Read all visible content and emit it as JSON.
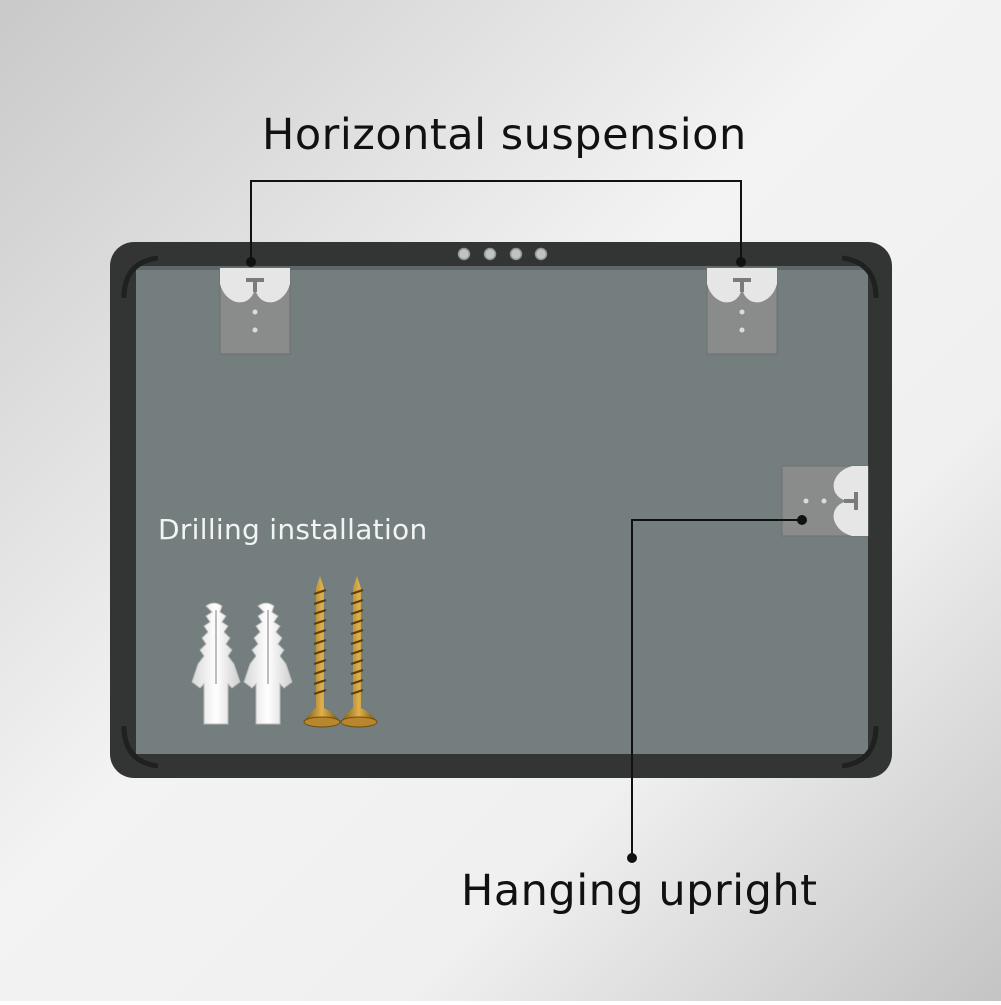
{
  "labels": {
    "horizontal": "Horizontal suspension",
    "vertical": "Hanging upright",
    "drilling": "Drilling installation"
  },
  "colors": {
    "background_light": "#f2f2f2",
    "background_dark": "#c7c7c7",
    "frame": "#333535",
    "glass": "#757f7f",
    "bracket": "#8a8c8c",
    "callout_line": "#111111"
  },
  "icons": {
    "bracket": "keyhole-hanging-bracket-icon",
    "anchor": "plastic-wall-anchor-icon",
    "screw": "wood-screw-icon",
    "switch": "touch-switch-dots-icon"
  },
  "hardware_counts": {
    "brackets": 3,
    "wall_anchors": 2,
    "screws": 2
  }
}
